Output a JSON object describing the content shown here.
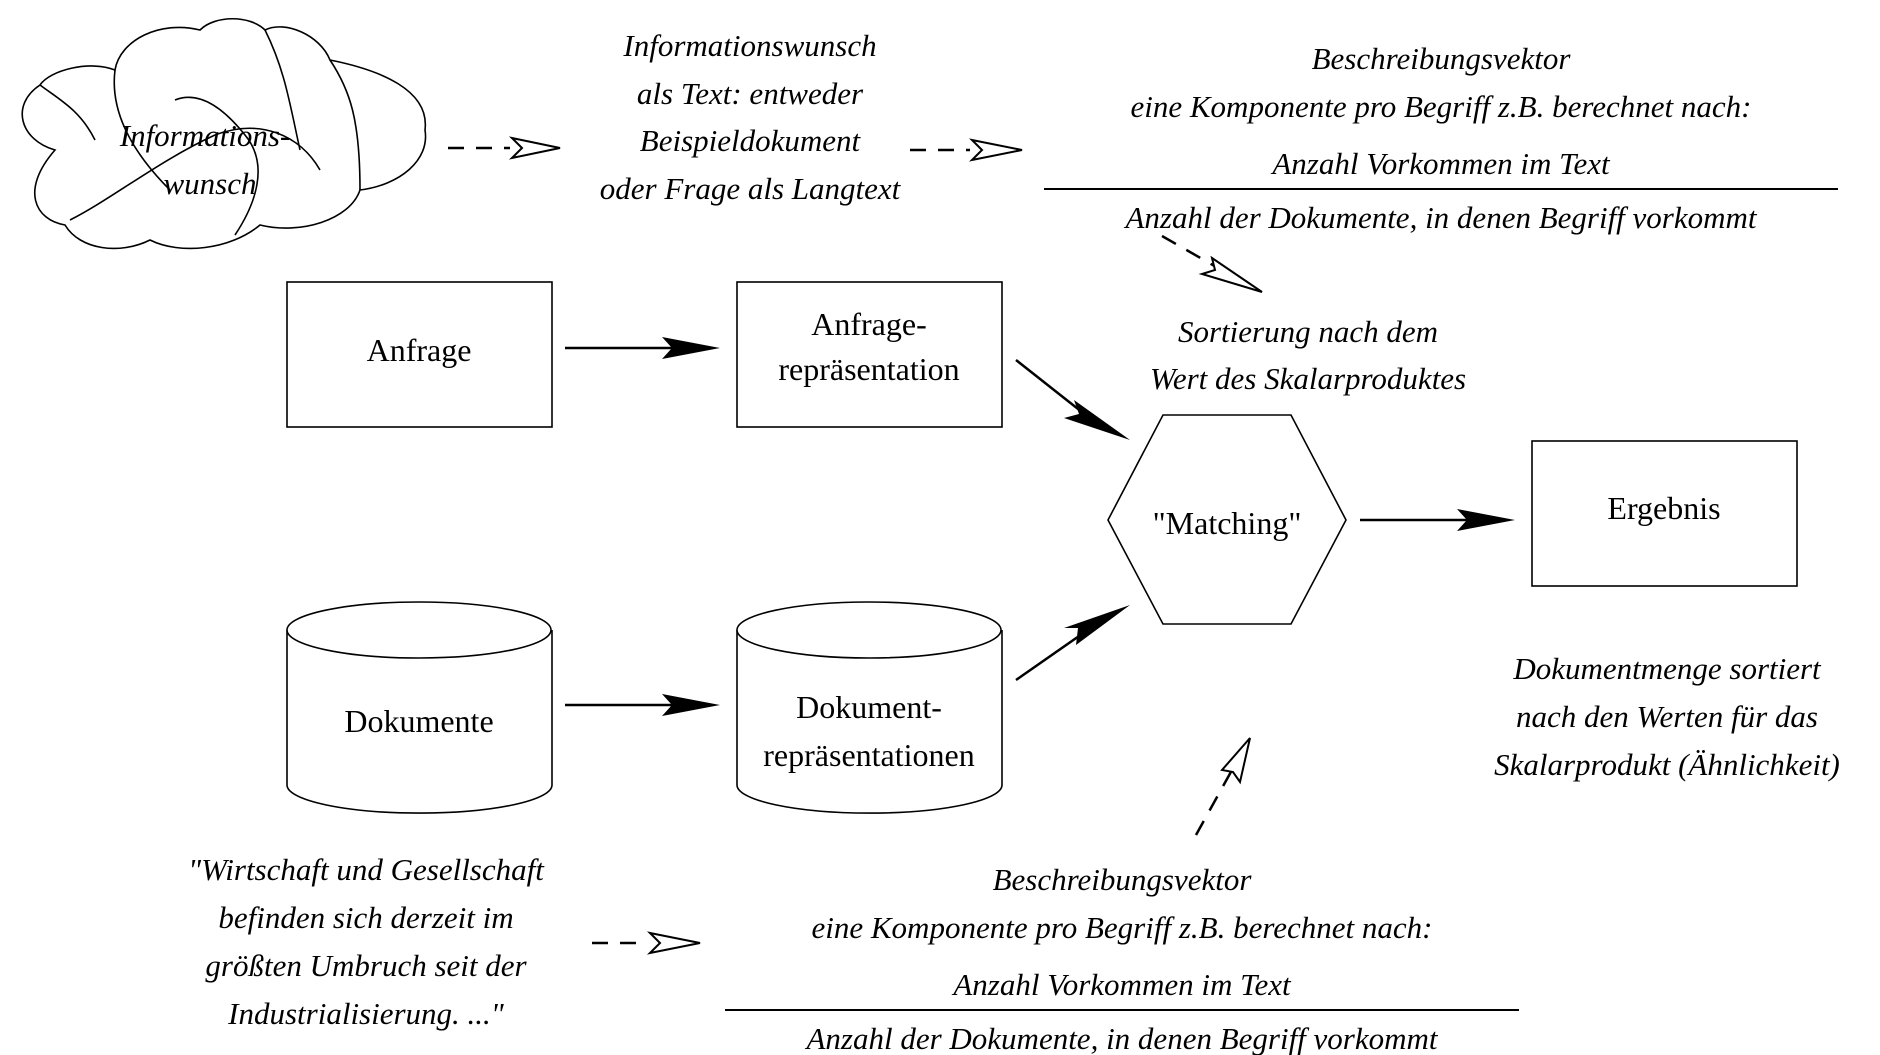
{
  "cloud": {
    "line1": "Informations-",
    "line2": "wunsch"
  },
  "request_text": {
    "lines": [
      "Informationswunsch",
      "als Text: entweder",
      "Beispieldokument",
      "oder Frage als Langtext"
    ]
  },
  "top_vector": {
    "title": "Beschreibungsvektor",
    "subtitle": "eine Komponente pro Begriff z.B. berechnet nach:",
    "numerator": "Anzahl Vorkommen im Text",
    "denominator": "Anzahl der Dokumente, in denen Begriff vorkommt"
  },
  "sorting_note": {
    "line1": "Sortierung nach dem",
    "line2": "Wert des Skalarproduktes"
  },
  "nodes": {
    "anfrage": "Anfrage",
    "anfrage_rep_line1": "Anfrage-",
    "anfrage_rep_line2": "repräsentation",
    "matching": "\"Matching\"",
    "ergebnis": "Ergebnis",
    "dokumente": "Dokumente",
    "dokument_rep_line1": "Dokument-",
    "dokument_rep_line2": "repräsentationen"
  },
  "result_note": {
    "lines": [
      "Dokumentmenge sortiert",
      "nach den Werten für das",
      "Skalarprodukt (Ähnlichkeit)"
    ]
  },
  "quote": {
    "lines": [
      "\"Wirtschaft und Gesellschaft",
      "befinden sich derzeit im",
      "größten Umbruch seit der",
      "Industrialisierung. ...\""
    ]
  },
  "bottom_vector": {
    "title": "Beschreibungsvektor",
    "subtitle": "eine Komponente pro Begriff z.B. berechnet nach:",
    "numerator": "Anzahl Vorkommen im Text",
    "denominator": "Anzahl der Dokumente, in denen Begriff vorkommt"
  }
}
